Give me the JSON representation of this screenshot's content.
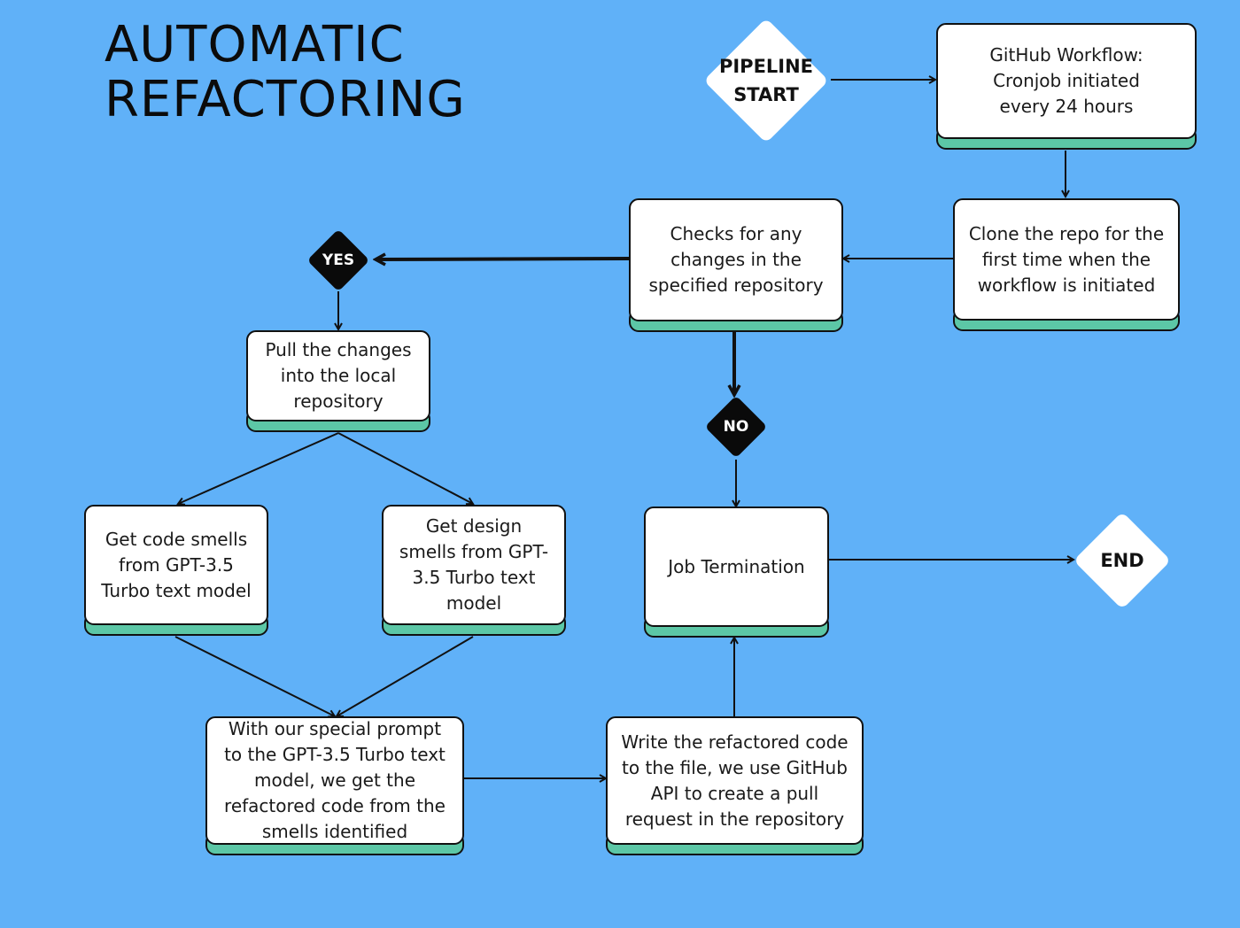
{
  "title": {
    "line1": "AUTOMATIC",
    "line2": "REFACTORING"
  },
  "colors": {
    "background": "#60b1f8",
    "box_fill": "#ffffff",
    "box_shadow": "#5cc7a6",
    "outline": "#111111",
    "decision_fill": "#0a0a0a"
  },
  "terminals": {
    "start": {
      "line1": "PIPELINE",
      "line2": "START"
    },
    "end": "END"
  },
  "decisions": {
    "yes": "YES",
    "no": "NO"
  },
  "steps": {
    "workflow": [
      "GitHub Workflow:",
      "Cronjob initiated",
      "every 24 hours"
    ],
    "clone": [
      "Clone the repo for the",
      "first time when the",
      "workflow is initiated"
    ],
    "check": [
      "Checks for any",
      "changes in the",
      "specified repository"
    ],
    "pull": [
      "Pull the changes",
      "into the local",
      "repository"
    ],
    "code_smells": [
      "Get code smells",
      "from GPT-3.5",
      "Turbo text model"
    ],
    "design_smells": [
      "Get design",
      "smells from GPT-",
      "3.5 Turbo text",
      "model"
    ],
    "prompt": [
      "With our special prompt",
      "to the GPT-3.5 Turbo text",
      "model, we get the",
      "refactored code from the",
      "smells identified"
    ],
    "write": [
      "Write the refactored code",
      "to the file, we use GitHub",
      "API to create a pull",
      "request in the repository"
    ],
    "terminate": [
      "Job Termination"
    ]
  }
}
